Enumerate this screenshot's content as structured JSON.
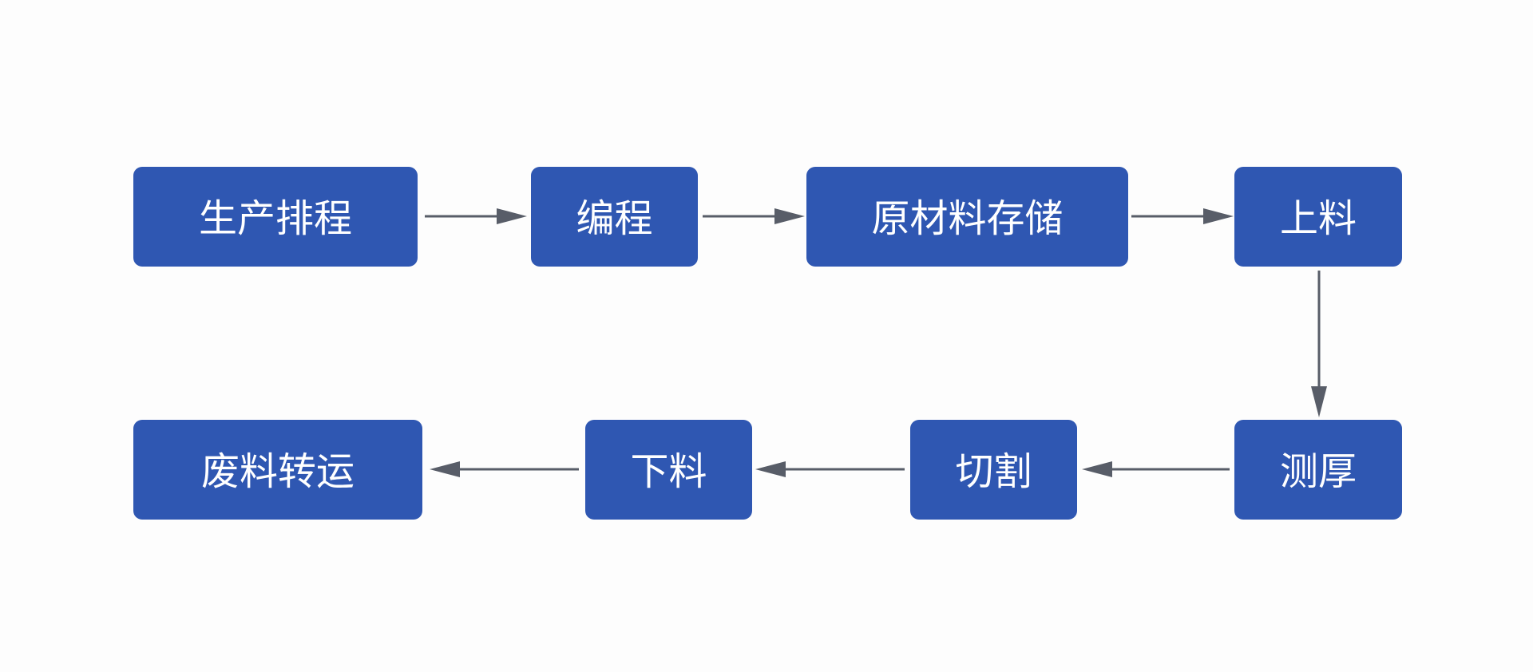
{
  "flowchart": {
    "nodes": [
      {
        "id": "production-scheduling",
        "label": "生产排程"
      },
      {
        "id": "programming",
        "label": "编程"
      },
      {
        "id": "raw-material-storage",
        "label": "原材料存储"
      },
      {
        "id": "loading",
        "label": "上料"
      },
      {
        "id": "thickness-measurement",
        "label": "测厚"
      },
      {
        "id": "cutting",
        "label": "切割"
      },
      {
        "id": "unloading",
        "label": "下料"
      },
      {
        "id": "scrap-transfer",
        "label": "废料转运"
      }
    ],
    "edges": [
      {
        "from": "production-scheduling",
        "to": "programming"
      },
      {
        "from": "programming",
        "to": "raw-material-storage"
      },
      {
        "from": "raw-material-storage",
        "to": "loading"
      },
      {
        "from": "loading",
        "to": "thickness-measurement"
      },
      {
        "from": "thickness-measurement",
        "to": "cutting"
      },
      {
        "from": "cutting",
        "to": "unloading"
      },
      {
        "from": "unloading",
        "to": "scrap-transfer"
      }
    ]
  },
  "colors": {
    "node_fill": "#2f57b2",
    "node_text": "#ffffff",
    "edge": "#585d68",
    "background": "#fdfdfd"
  }
}
